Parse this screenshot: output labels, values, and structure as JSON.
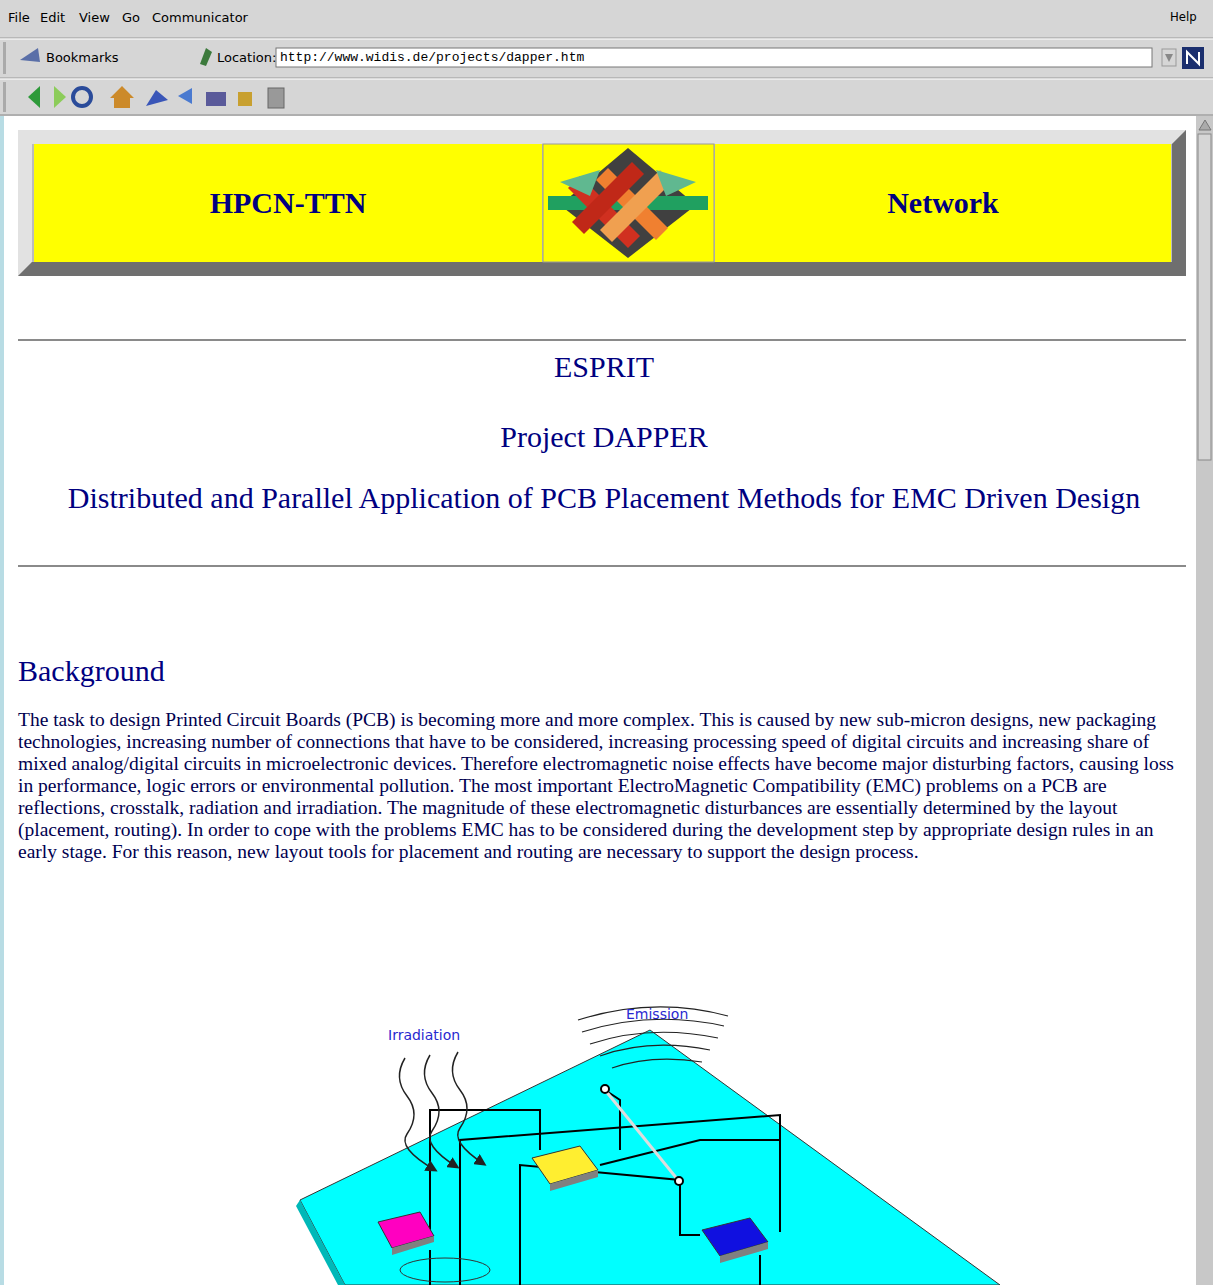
{
  "diagram": {
    "nodes": [
      {
        "text": [
          "HPCN-TTN"
        ]
      },
      {
        "text": [
          "Network"
        ]
      }
    ],
    "labels": [
      "File",
      "Edit",
      "View",
      "Go",
      "Communicator",
      "Help",
      "Bookmarks",
      "Location:",
      "http://www.widis.de/projects/dapper.htm",
      "ESPRIT",
      "Project DAPPER",
      "Distributed and Parallel Application of PCB Placement Methods for EMC Driven Design",
      "Background",
      "The task to design Printed Circuit Boards (PCB) is becoming more and more complex. This is caused by new sub-micron designs, new packaging technologies, increasing number of connections that have to be considered, increasing processing speed of digital circuits and increasing share of mixed analog/digital circuits in microelectronic devices. Therefore electromagnetic noise effects have become major disturbing factors, causing loss in performance, logic errors or environmental pollution. The most important ElectroMagnetic Compatibility (EMC) problems on a PCB are reflections, crosstalk, radiation and irradiation. The magnitude of these electromagnetic disturbances are essentially determined by the layout (placement, routing). In order to cope with the problems EMC has to be considered during the development step by appropriate design rules in an early stage. For this reason, new layout tools for placement and routing are necessary to support the design process.",
      "Emission",
      "Irradiation"
    ]
  }
}
